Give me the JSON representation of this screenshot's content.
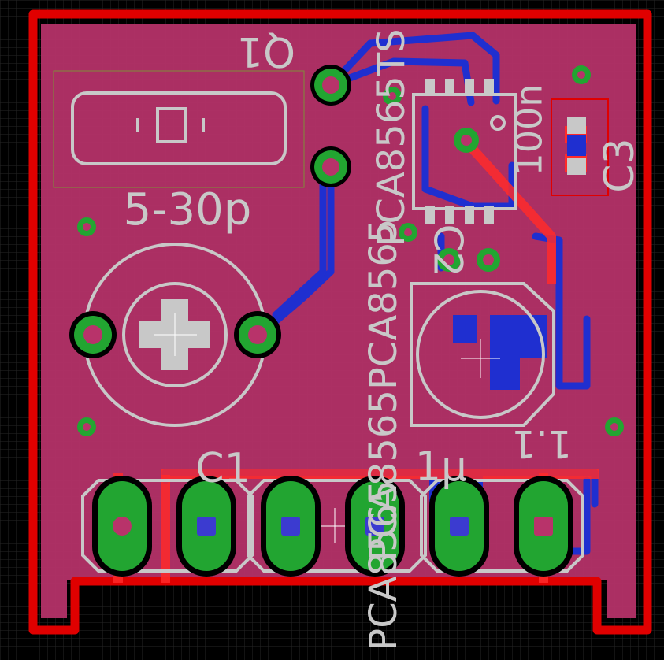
{
  "board": {
    "background": "#000000",
    "grid_color": "#2a2a2a",
    "copper_pour_color": "#b8336a",
    "top_copper_color": "#ff0000",
    "bottom_copper_color": "#1f2fd0",
    "pad_color": "#22a531",
    "silkscreen_color": "#c8c8c8",
    "outline_color": "#e00000"
  },
  "labels": {
    "q1": "Q1",
    "trimmer_value": "5-30p",
    "c1": "C1",
    "c1_value": "1µ",
    "c2": "C2",
    "c3": "C3",
    "c3_value": "100n",
    "ic_name_top": "PCA8565TS",
    "ic_name_mid": "PCA8565PCA8565",
    "ic_name_bottom": "PCA8565",
    "rev": "1.1"
  },
  "header": {
    "pin_count": 6
  }
}
